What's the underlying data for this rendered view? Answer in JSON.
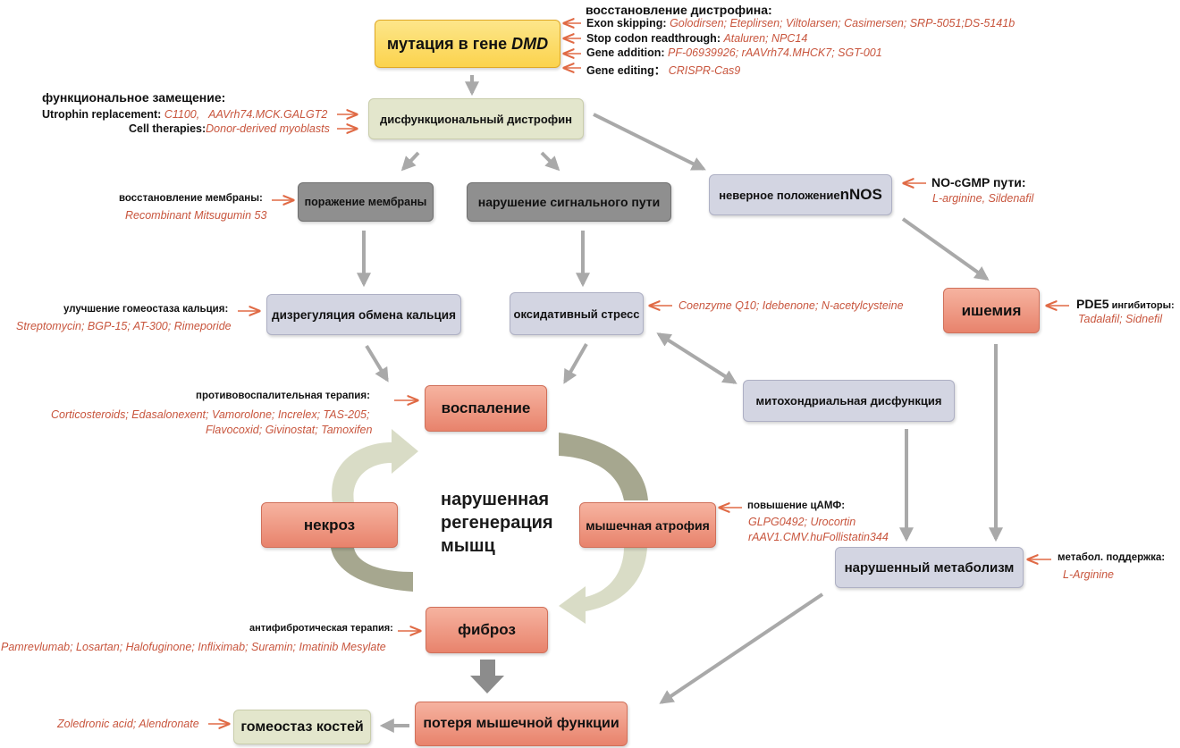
{
  "nodes": {
    "mutation_prefix": "мутация в гене ",
    "mutation_gene": "DMD",
    "dysfunctional": "дисфункциональный дистрофин",
    "membrane_damage": "поражение мембраны",
    "signaling": "нарушение сигнального пути",
    "nnos_prefix": "неверное положение",
    "nnos_suffix": "nNOS",
    "calcium": "дизрегуляция обмена кальция",
    "oxidative": "оксидативный стресс",
    "ischemia": "ишемия",
    "inflammation": "воспаление",
    "mito": "митохондриальная дисфункция",
    "necrosis": "некроз",
    "atrophy": "мышечная атрофия",
    "metabolism": "нарушенный метаболизм",
    "fibrosis": "фиброз",
    "loss_function": "потеря мышечной функции",
    "bone": "гомеостаз костей"
  },
  "center": [
    "нарушенная",
    "регенерация",
    "мышц"
  ],
  "therapies": {
    "restoration": {
      "title": "восстановление дистрофина:",
      "rows": [
        {
          "label": "Exon skipping:",
          "drugs": "Golodirsen;  Eteplirsen; Viltolarsen; Casimersen; SRP-5051;DS-5141b"
        },
        {
          "label": "Stop codon readthrough:",
          "drugs": "Ataluren; NPC14"
        },
        {
          "label": "Gene addition:",
          "drugs": "PF-06939926; rAAVrh74.MHCK7; SGT-001"
        },
        {
          "label": "Gene  editing：",
          "drugs": "CRISPR-Cas9"
        }
      ]
    },
    "functional": {
      "title": "функциональное замещение:",
      "rows": [
        {
          "label": "Utrophin replacement:",
          "drugs": "C1100,   AAVrh74.MCK.GALGT2"
        },
        {
          "label": "Cell therapies:",
          "drugs": "Donor-derived myoblasts"
        }
      ]
    },
    "membrane": {
      "title": "восстановление мембраны:",
      "drugs": "Recombinant Mitsugumin 53"
    },
    "calcium": {
      "title": "улучшение гомеостаза кальция:",
      "drugs": "Streptomycin; BGP-15; AT-300; Rimeporide"
    },
    "oxidative": {
      "drugs": "Coenzyme Q10; Idebenone; N-acetylcysteine"
    },
    "no_cgmp": {
      "title": "NO-cGMP пути:",
      "drugs": "L-arginine, Sildenafil"
    },
    "pde5": {
      "title_bold": "PDE5",
      "title_rest": " ингибиторы:",
      "drugs": "Tadalafil; Sidnefil"
    },
    "antiinflammatory": {
      "title": "противовоспалительная терапия:",
      "drugs": [
        "Corticosteroids; Edasalonexent; Vamorolone; Increlex; TAS-205;",
        "Flavocoxid; Givinostat; Tamoxifen"
      ]
    },
    "camp": {
      "title": "повышение цАМФ:",
      "drugs": [
        "GLPG0492; Urocortin",
        "rAAV1.CMV.huFollistatin344"
      ]
    },
    "metabolic": {
      "title": "метабол. поддержка:",
      "drugs": "L-Arginine"
    },
    "antifibrotic": {
      "title": "антифибротическая терапия:",
      "drugs": "Pamrevlumab; Losartan; Halofuginone; Infliximab; Suramin; Imatinib Mesylate"
    },
    "bone": {
      "drugs": "Zoledronic acid; Alendronate"
    }
  },
  "colors": {
    "therapy_text": "#c8553d",
    "arrow_gray": "#a9a9a9",
    "therapy_arrow": "#e06a45",
    "cycle_light": "#d9dcc6",
    "cycle_dark": "#a6a78f"
  }
}
